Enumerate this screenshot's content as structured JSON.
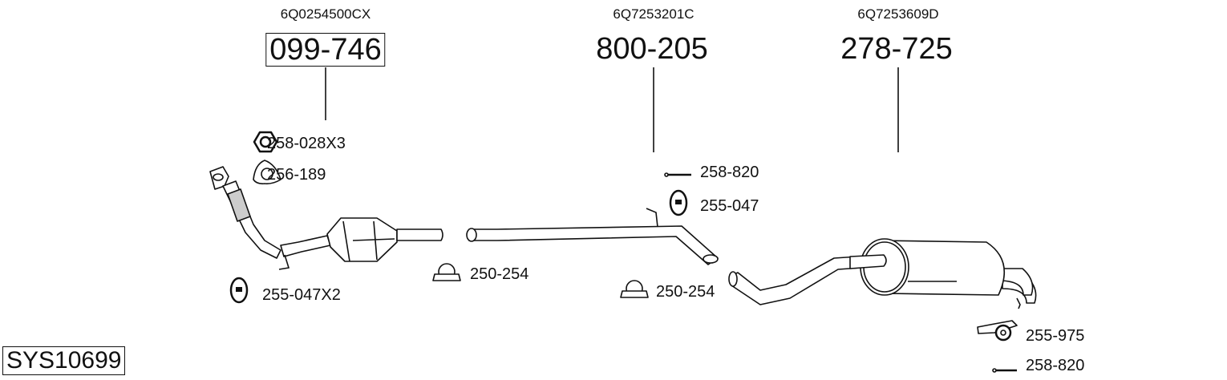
{
  "diagram": {
    "system_code": "SYS10699",
    "main_parts": [
      {
        "oem": "6Q0254500CX",
        "part": "099-746",
        "boxed": true
      },
      {
        "oem": "6Q7253201C",
        "part": "800-205",
        "boxed": false
      },
      {
        "oem": "6Q7253609D",
        "part": "278-725",
        "boxed": false
      }
    ],
    "accessories": [
      {
        "part": "258-028X3",
        "icon": "nut-icon"
      },
      {
        "part": "256-189",
        "icon": "gasket-icon"
      },
      {
        "part": "255-047X2",
        "icon": "rubber-hanger-icon"
      },
      {
        "part": "250-254",
        "icon": "clamp-icon"
      },
      {
        "part": "258-820",
        "icon": "bolt-icon"
      },
      {
        "part": "255-047",
        "icon": "rubber-hanger-icon"
      },
      {
        "part": "250-254",
        "icon": "clamp-icon"
      },
      {
        "part": "255-975",
        "icon": "bracket-hanger-icon"
      },
      {
        "part": "258-820",
        "icon": "bolt-icon"
      }
    ]
  }
}
